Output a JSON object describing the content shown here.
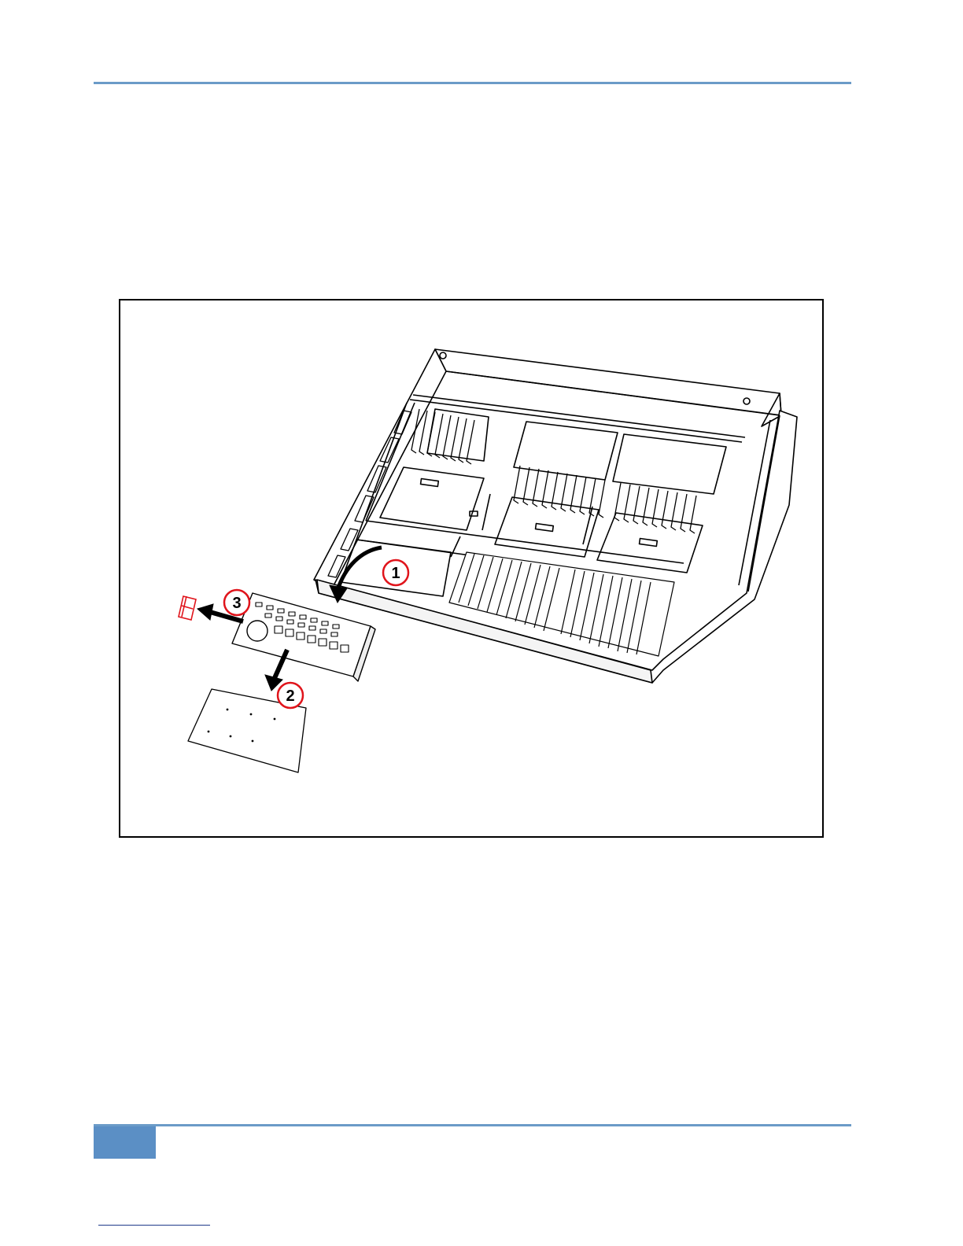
{
  "figure": {
    "callouts": [
      {
        "number": "1"
      },
      {
        "number": "2"
      },
      {
        "number": "3"
      }
    ],
    "colors": {
      "callout_ring": "#e0141b",
      "highlight_part": "#e0141b",
      "header_rule": "#6b9bc8",
      "footer_tab": "#5b8fc5"
    }
  }
}
